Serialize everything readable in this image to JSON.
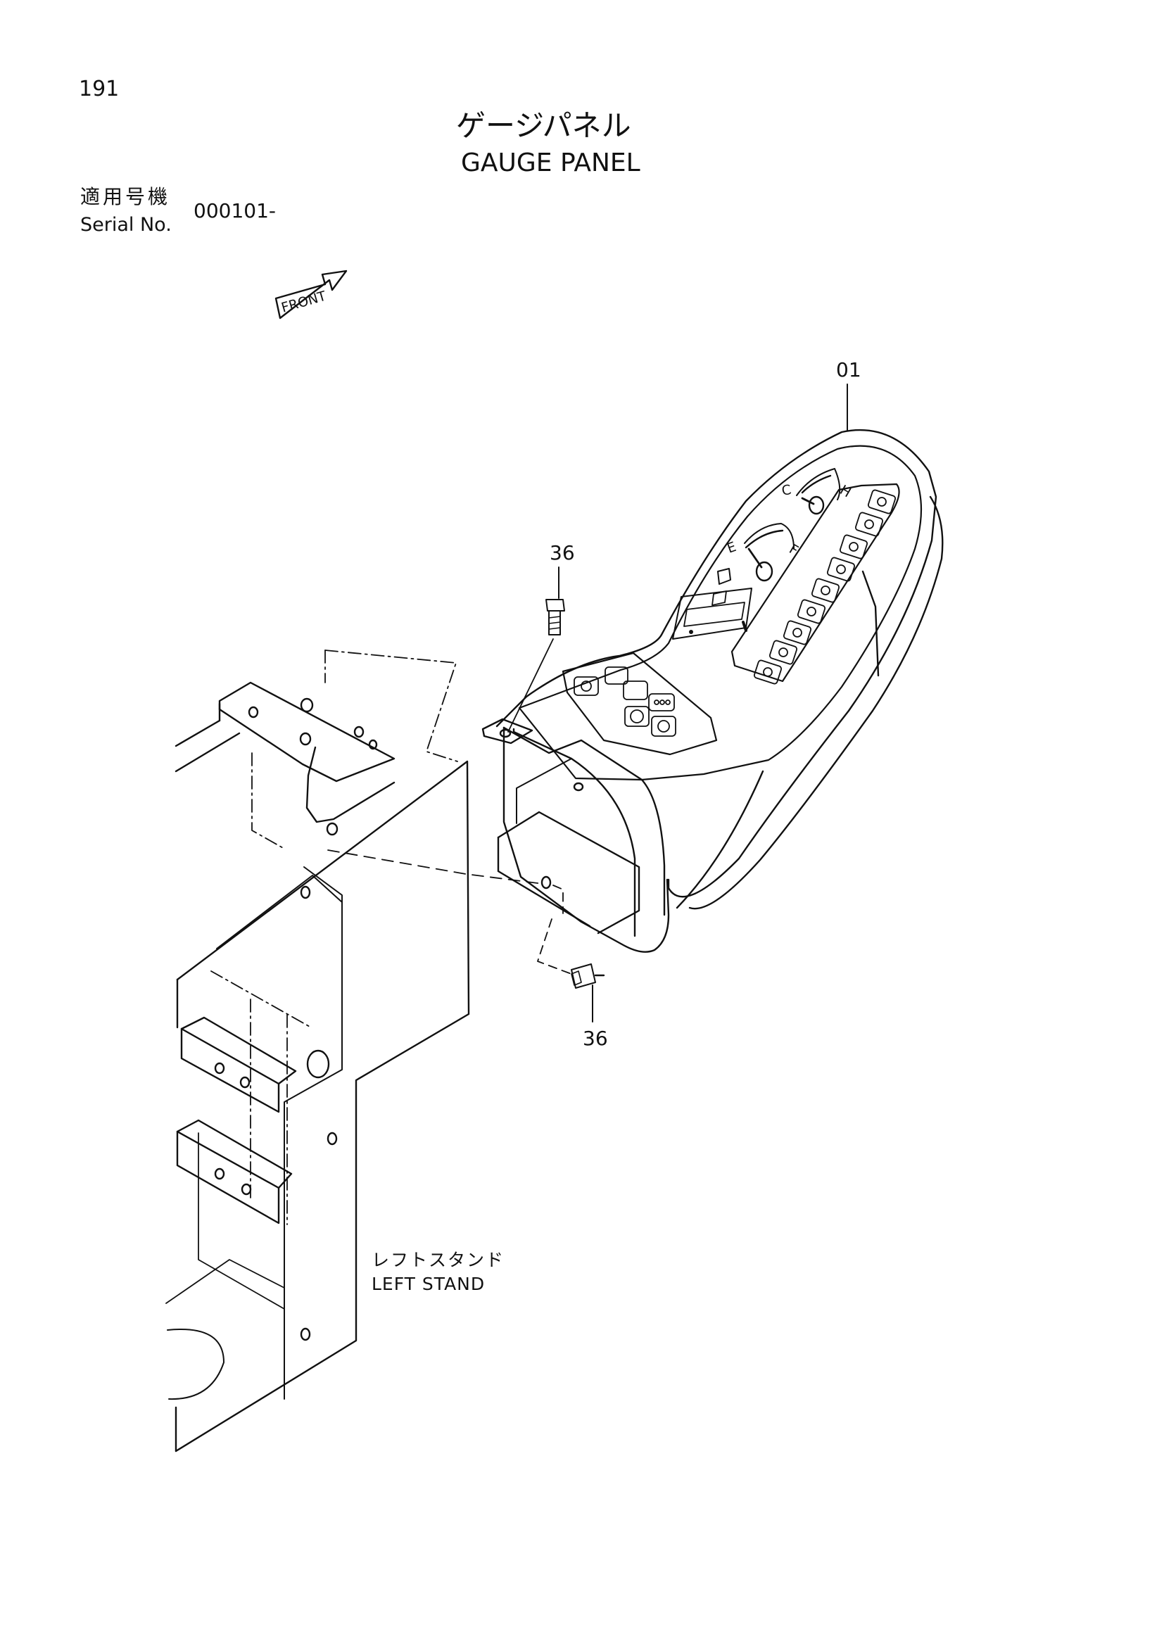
{
  "page": {
    "number": "191"
  },
  "title": {
    "japanese": "ゲージパネル",
    "english": "GAUGE PANEL"
  },
  "serial": {
    "label_japanese": "適用号機",
    "label_english": "Serial No.",
    "value": "000101-"
  },
  "orientation": {
    "front_label": "FRONT"
  },
  "gauges": {
    "temperature_cold": "C",
    "temperature_hot": "H",
    "fuel_empty": "E",
    "fuel_full": "F"
  },
  "callouts": {
    "gauge_panel": "01",
    "bolt_top": "36",
    "bolt_bottom": "36"
  },
  "stand": {
    "label_japanese": "レフトスタンド",
    "label_english": "LEFT STAND"
  }
}
